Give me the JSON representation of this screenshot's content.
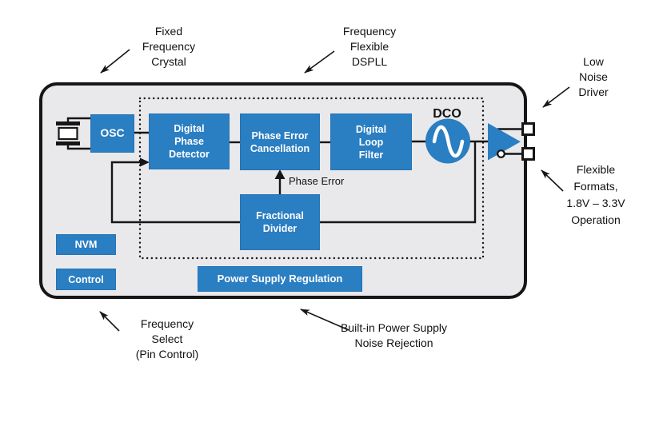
{
  "colors": {
    "block_blue": "#2a7ec2",
    "chip_fill": "#e9e9ec",
    "line_black": "#161616"
  },
  "blocks": {
    "osc": "OSC",
    "digital_phase_detector": "Digital\nPhase\nDetector",
    "phase_error_cancellation": "Phase Error\nCancellation",
    "digital_loop_filter": "Digital\nLoop\nFilter",
    "fractional_divider": "Fractional\nDivider",
    "nvm": "NVM",
    "control": "Control",
    "power_supply_regulation": "Power Supply Regulation"
  },
  "labels": {
    "dco": "DCO",
    "phase_error": "Phase Error"
  },
  "annotations": {
    "fixed_crystal": {
      "text": "Fixed\nFrequency\nCrystal"
    },
    "dspll": {
      "text": "Frequency\nFlexible\nDSPLL"
    },
    "low_noise_driver": {
      "text": "Low\nNoise\nDriver"
    },
    "flexible_formats": {
      "text": "Flexible\nFormats,\n1.8V – 3.3V\nOperation"
    },
    "frequency_select": {
      "text": "Frequency\nSelect\n(Pin Control)"
    },
    "power_noise": {
      "text": "Built-in Power Supply\nNoise Rejection"
    }
  }
}
